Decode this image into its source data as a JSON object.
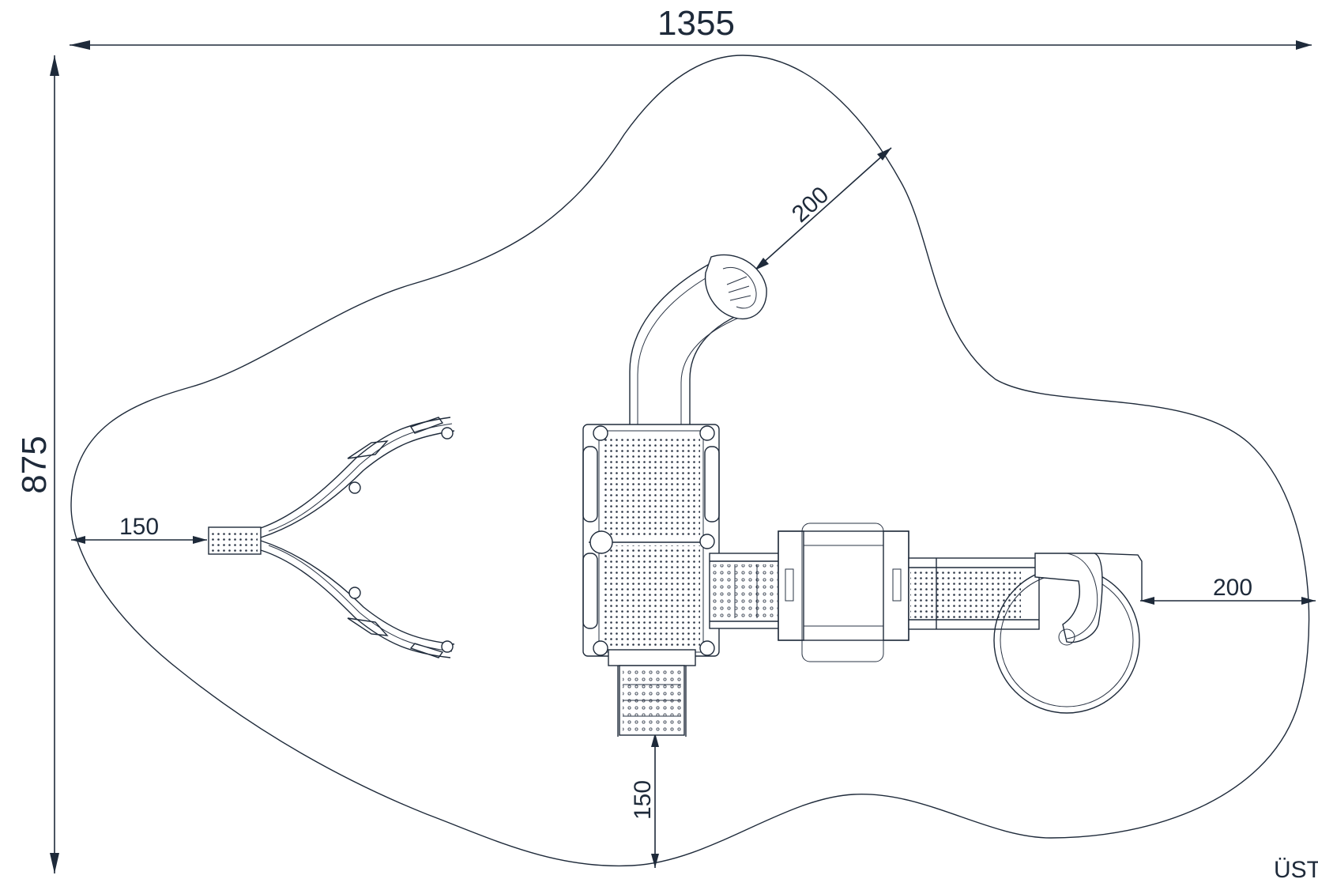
{
  "dimensions": {
    "overall_width": "1355",
    "overall_depth": "875",
    "left_clearance": "150",
    "bottom_clearance": "150",
    "right_clearance": "200",
    "slide_clearance": "200"
  },
  "view_label": "ÜST",
  "colors": {
    "line": "#1e2a3a",
    "background": "#ffffff"
  }
}
